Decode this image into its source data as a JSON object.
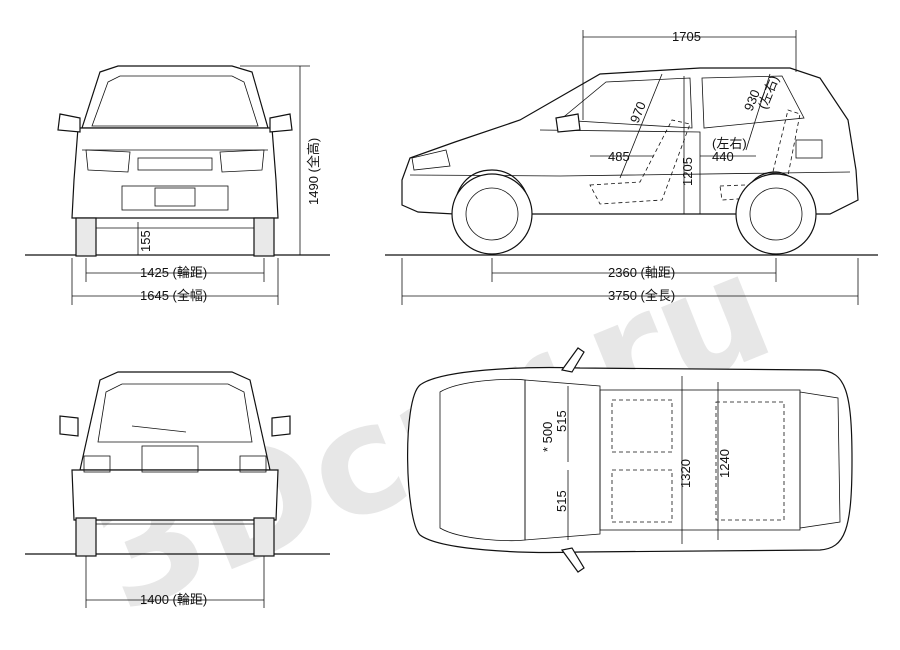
{
  "watermark": "3Dcar.ru",
  "front_view": {
    "height_label": "1490 (全高)",
    "ground_clearance_label": "155",
    "front_track_label": "1425 (輪距)",
    "overall_width_label": "1645 (全幅)"
  },
  "side_view": {
    "top_span_label": "1705",
    "headroom_front_label": "970",
    "headroom_rear_label": "930",
    "rear_seat_note": "(左右)",
    "front_seat_label": "485",
    "rear_width_note": "(左右)",
    "rear_width_label": "440",
    "height_interior_label": "1205",
    "wheelbase_label": "2360 (軸距)",
    "overall_length_label": "3750 (全長)"
  },
  "rear_view": {
    "rear_track_label": "1400 (輪距)"
  },
  "top_view": {
    "seat_width_top_label": "515",
    "seat_width_bottom_label": "515",
    "seat_note_label": "* 500",
    "interior_width_front_label": "1320",
    "interior_width_rear_label": "1240"
  }
}
